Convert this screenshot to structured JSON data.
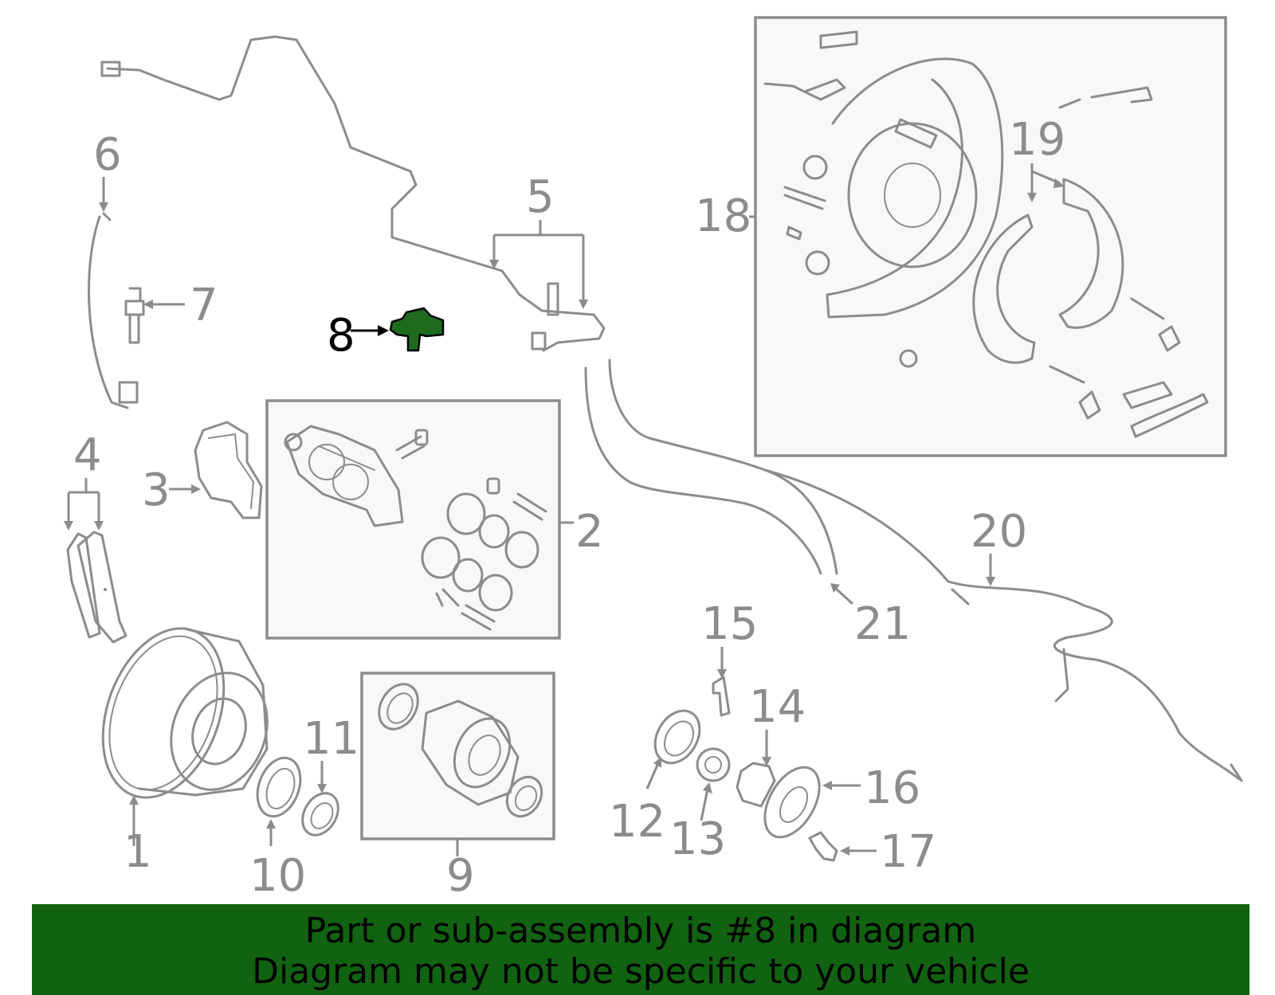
{
  "banner": {
    "line1": "Part or sub-assembly is #8 in diagram",
    "line2": "Diagram may not be specific to your vehicle",
    "color": "#116311"
  },
  "highlight_color": "#1e6b1e",
  "labels": {
    "p1": "1",
    "p2": "2",
    "p3": "3",
    "p4": "4",
    "p5": "5",
    "p6": "6",
    "p7": "7",
    "p8": "8",
    "p9": "9",
    "p10": "10",
    "p11": "11",
    "p12": "12",
    "p13": "13",
    "p14": "14",
    "p15": "15",
    "p16": "16",
    "p17": "17",
    "p18": "18",
    "p19": "19",
    "p20": "20",
    "p21": "21"
  }
}
